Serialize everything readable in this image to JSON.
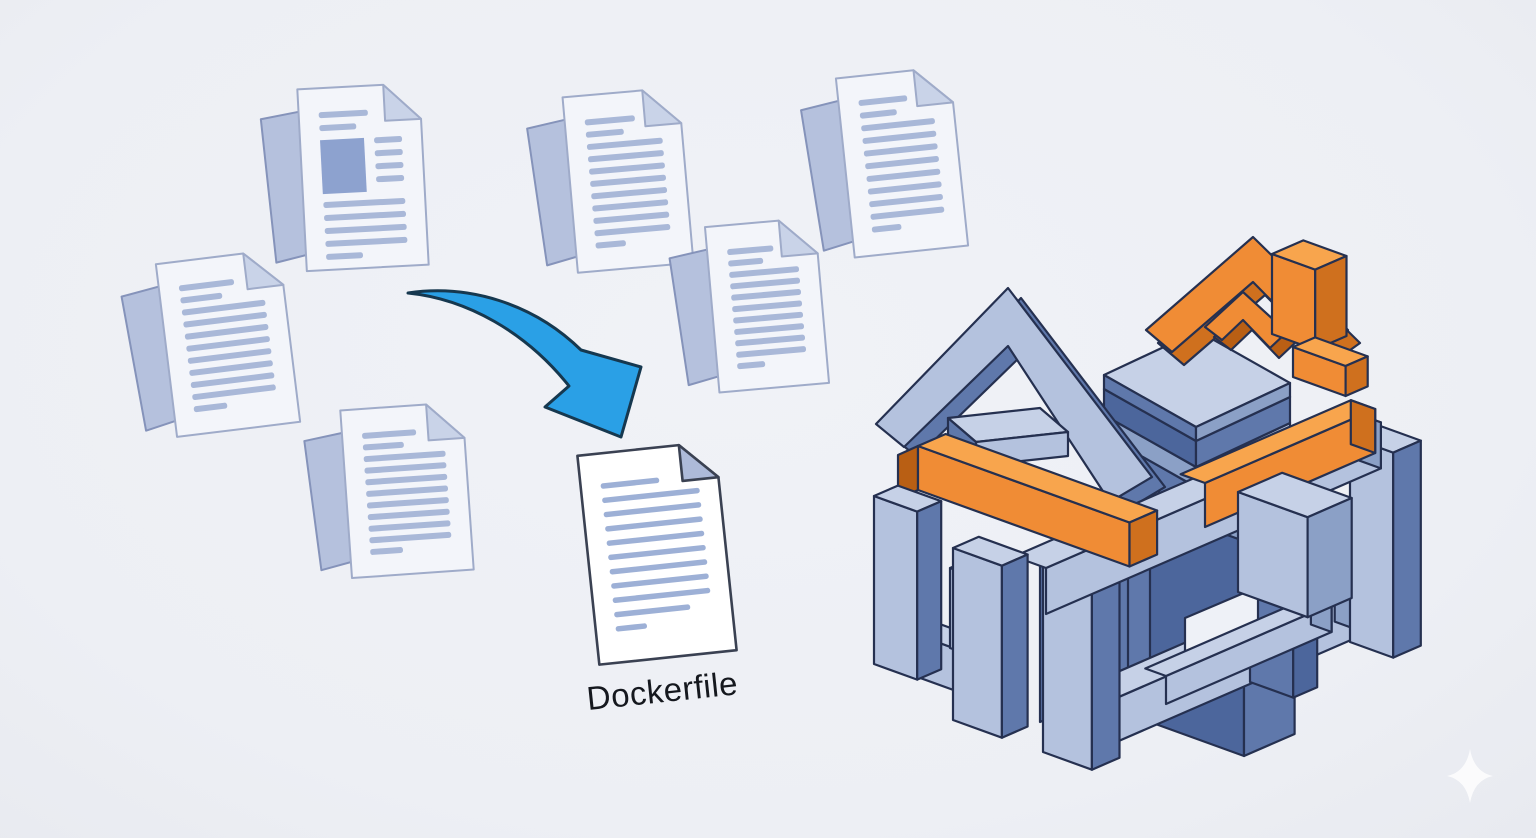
{
  "illustration": {
    "dockerfile_label": "Dockerfile",
    "source_document_count": 6,
    "elements": [
      "document-icon",
      "curved-arrow-icon",
      "dockerfile-document-icon",
      "building-blocks-structure",
      "sparkle-icon"
    ]
  },
  "colors": {
    "bg": "#edeff4",
    "bgHole": "#eef1f7",
    "docFill": "#f3f5fa",
    "docStroke": "#9fabc9",
    "docBack": "#b5c1dd",
    "docBackStroke": "#8593ba",
    "docLine": "#a9b8d8",
    "docFold": "#c9d3e8",
    "docImage": "#8da2cf",
    "dkFill": "#ffffff",
    "dkStroke": "#3a4152",
    "dkLine": "#9db0d6",
    "dkFold": "#adbad9",
    "labelColor": "#15181e",
    "arrowFill": "#2aa0e6",
    "arrowStroke": "#16384f",
    "bTop": "#c6d1e7",
    "bLight": "#b4c2de",
    "bMid": "#8ba0c6",
    "bDark": "#5f78ab",
    "bDarker": "#4c669c",
    "bStroke": "#253050",
    "oTop": "#f8a54d",
    "oMid": "#f08c35",
    "oDark": "#cf701e",
    "oDarker": "#b95f14",
    "sparkle": "#ffffff"
  }
}
